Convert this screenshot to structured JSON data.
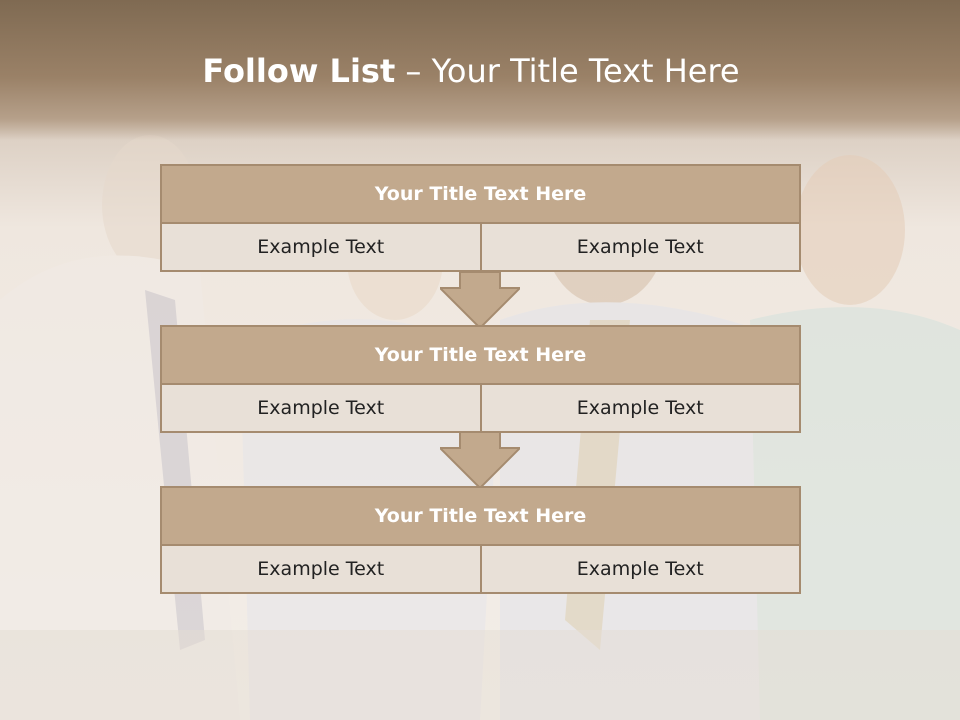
{
  "slide": {
    "title_bold": "Follow List",
    "title_rest": " – Your Title Text Here"
  },
  "steps": [
    {
      "title": "Your Title Text Here",
      "left": "Example Text",
      "right": "Example Text"
    },
    {
      "title": "Your Title Text Here",
      "left": "Example Text",
      "right": "Example Text"
    },
    {
      "title": "Your Title Text Here",
      "left": "Example Text",
      "right": "Example Text"
    }
  ],
  "colors": {
    "header": "#8b7359",
    "box_header": "#c2a98d",
    "box_border": "#a58b6f",
    "box_cell": "#e8e0d7",
    "arrow": "#c2a98d"
  }
}
